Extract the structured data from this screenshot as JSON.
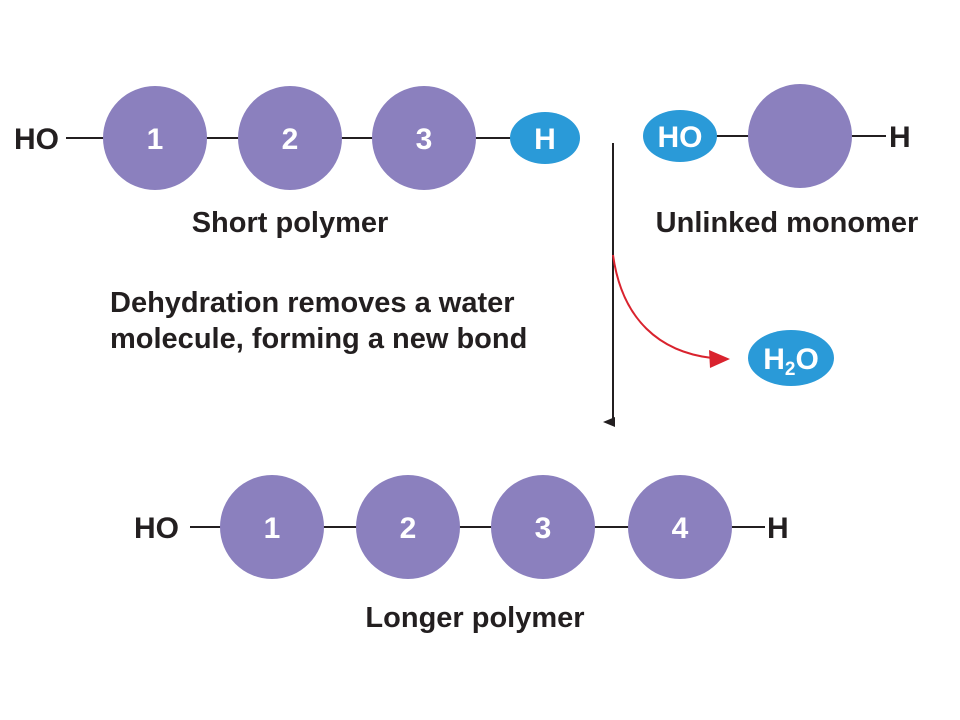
{
  "colors": {
    "monomer": "#8b80be",
    "hydrogen": "#2a9ad8",
    "bond": "#231f20",
    "text": "#231f20",
    "water_arrow": "#d9232e"
  },
  "short_polymer": {
    "left_group": "HO",
    "units": [
      "1",
      "2",
      "3"
    ],
    "end_group": "H",
    "caption": "Short polymer"
  },
  "unlinked_monomer": {
    "left_group": "HO",
    "right_group": "H",
    "caption": "Unlinked monomer"
  },
  "reaction": {
    "line1": "Dehydration removes a water",
    "line2": "molecule, forming a new bond",
    "product": {
      "base": "H",
      "subscript": "2",
      "tail": "O"
    }
  },
  "longer_polymer": {
    "left_group": "HO",
    "units": [
      "1",
      "2",
      "3",
      "4"
    ],
    "right_group": "H",
    "caption": "Longer polymer"
  }
}
